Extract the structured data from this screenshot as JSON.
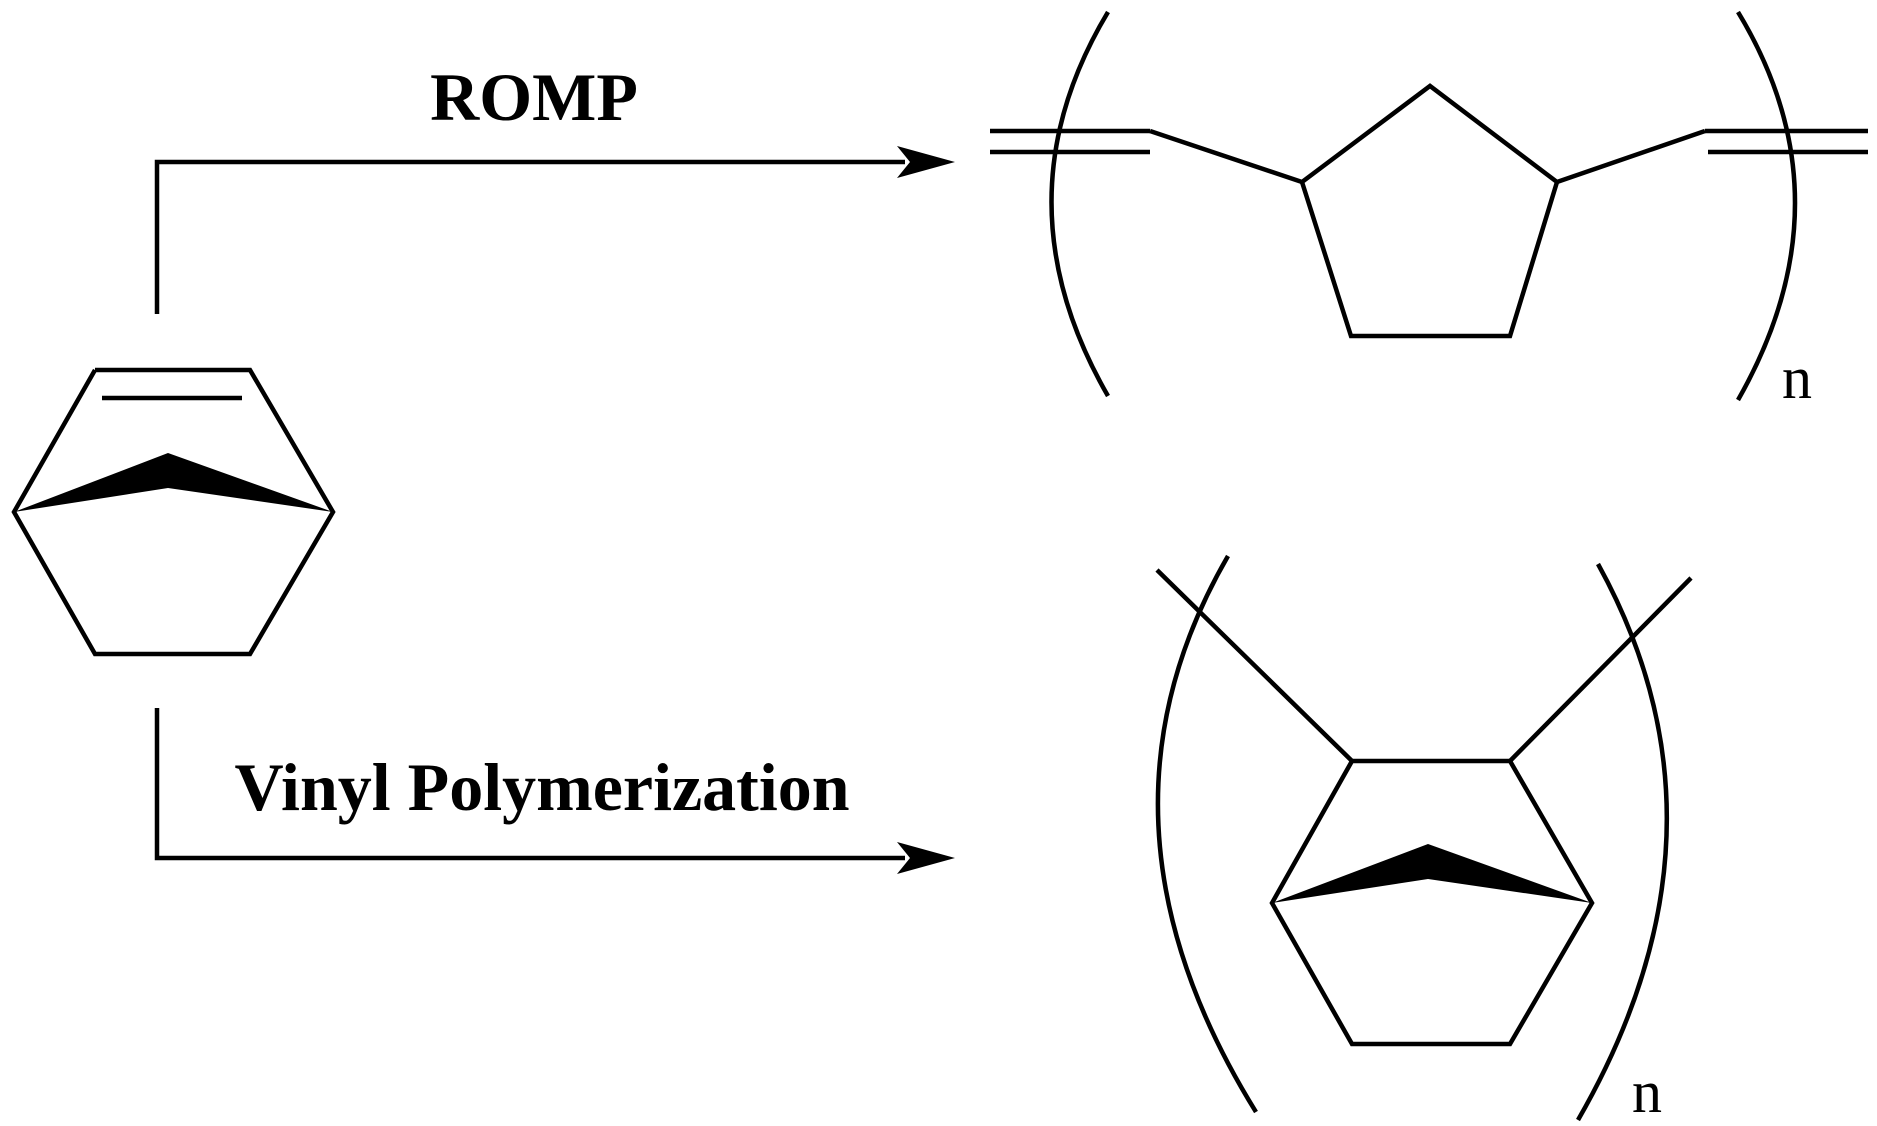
{
  "scheme": {
    "upper_reaction": {
      "label": "ROMP",
      "repeat_subscript": "n"
    },
    "lower_reaction": {
      "label": "Vinyl Polymerization",
      "repeat_subscript": "n"
    }
  },
  "colors": {
    "ink": "#000000",
    "background": "#ffffff"
  }
}
